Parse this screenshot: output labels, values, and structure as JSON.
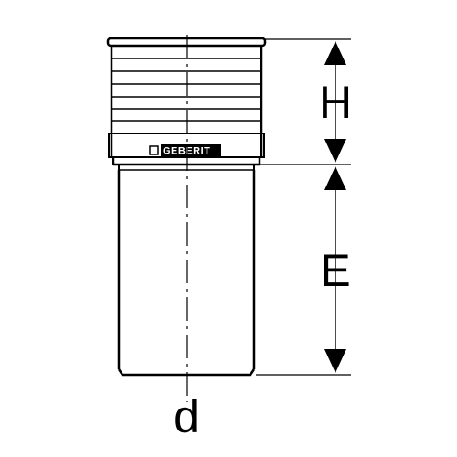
{
  "diagram": {
    "dimension_labels": {
      "height": "H",
      "insertion_length": "E",
      "diameter": "d"
    },
    "brand_logo": {
      "text": "GEBERIT",
      "icon": "geberit-square-logo-icon"
    },
    "colors": {
      "line": "#000000",
      "background": "#ffffff"
    }
  }
}
